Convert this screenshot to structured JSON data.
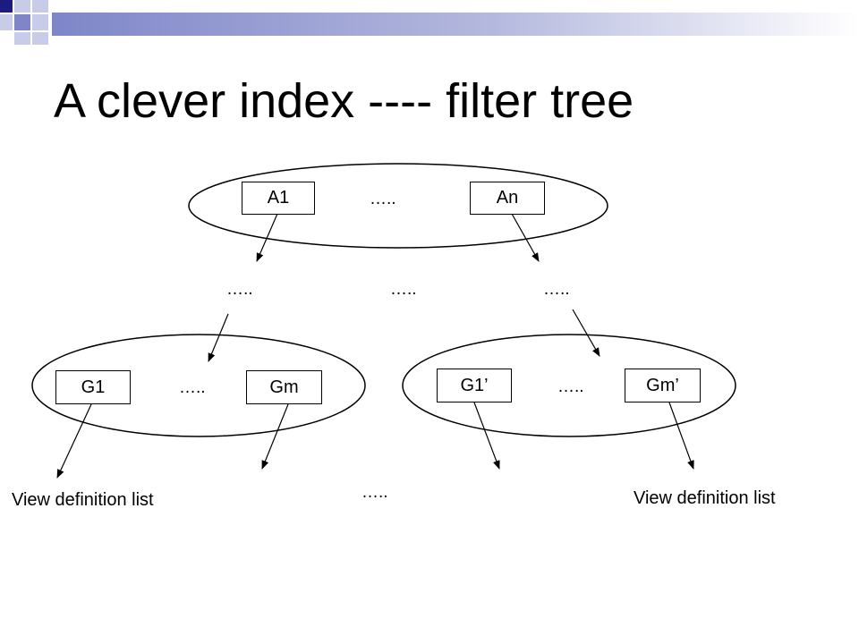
{
  "slide": {
    "title": "A clever index ---- filter tree"
  },
  "diagram": {
    "root": {
      "first": "A1",
      "last": "An",
      "ellipsis": "….."
    },
    "mid_ellipses": [
      "…..",
      "…..",
      "….."
    ],
    "left_group": {
      "first": "G1",
      "last": "Gm",
      "ellipsis": "….."
    },
    "right_group": {
      "first": "G1’",
      "last": "Gm’",
      "ellipsis": "….."
    },
    "bottom": {
      "left_label": "View definition list",
      "middle_ellipsis": "…..",
      "right_label": "View definition list"
    }
  },
  "colors": {
    "header_navy": "#1c1c7e",
    "header_blue": "#7e86c8",
    "header_light": "#c9cce9",
    "line": "#000000"
  }
}
